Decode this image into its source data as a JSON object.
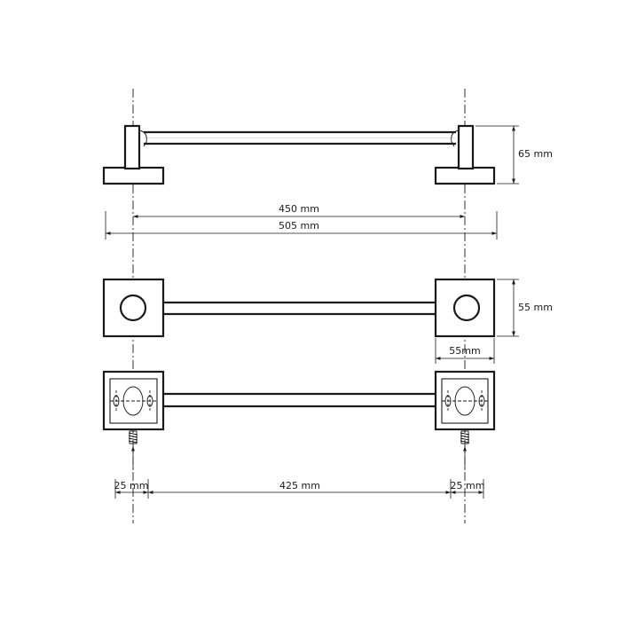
{
  "dimensions": {
    "height_side": "65 mm",
    "center_distance": "450 mm",
    "overall_length": "505 mm",
    "base_height": "55 mm",
    "base_width": "55mm",
    "left_offset": "25 mm",
    "mount_distance": "425 mm",
    "right_offset": "25 mm"
  }
}
